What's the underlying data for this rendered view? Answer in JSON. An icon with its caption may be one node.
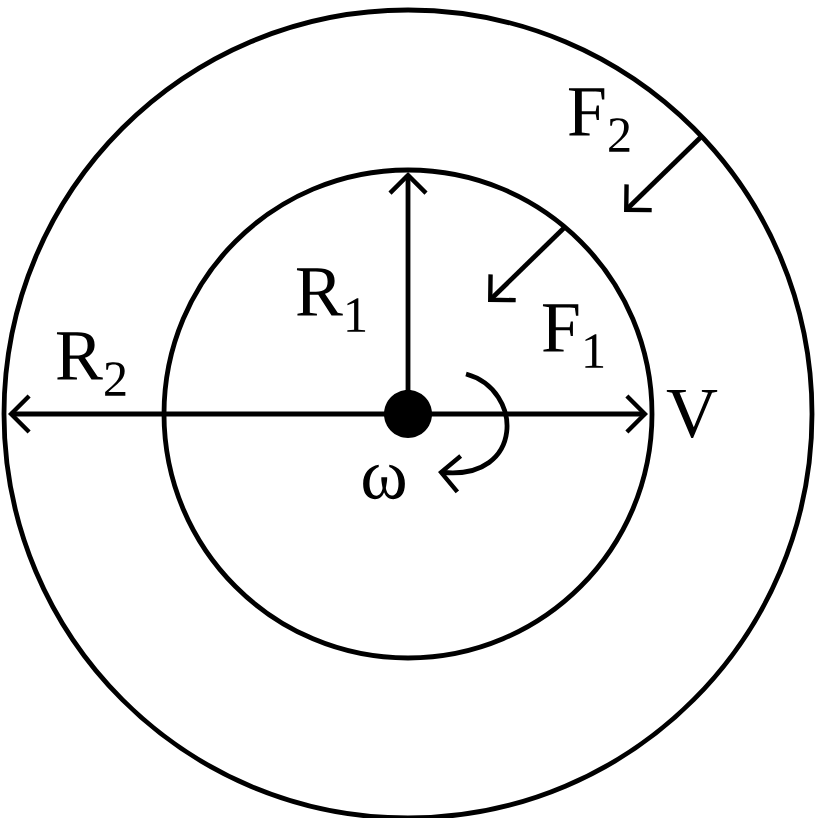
{
  "diagram": {
    "labels": [
      "F$_{2}$",
      "R$_{1}$",
      "F$_{1}$",
      "R$_{2}$",
      "V",
      "ω"
    ]
  }
}
